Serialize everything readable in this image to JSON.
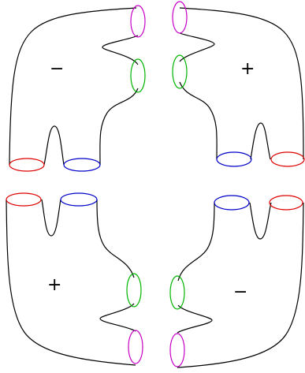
{
  "figure": {
    "signs": {
      "top_left": "−",
      "top_right": "+",
      "bottom_left": "+",
      "bottom_right": "−"
    },
    "colors": {
      "outline": "#000000",
      "red": "#e00000",
      "blue": "#0000c8",
      "green": "#00b400",
      "magenta": "#c800c8"
    },
    "pieces": [
      "top-left",
      "top-right",
      "bottom-left",
      "bottom-right"
    ]
  }
}
